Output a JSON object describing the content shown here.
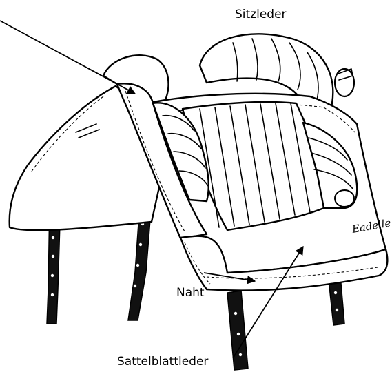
{
  "labels": {
    "sitzleder": "Sitzleder",
    "naht": "Naht",
    "sattelblattleder": "Sattelblattleder"
  },
  "brand_mark": "Eadelle",
  "colors": {
    "ink": "#000000",
    "paper": "#ffffff"
  }
}
